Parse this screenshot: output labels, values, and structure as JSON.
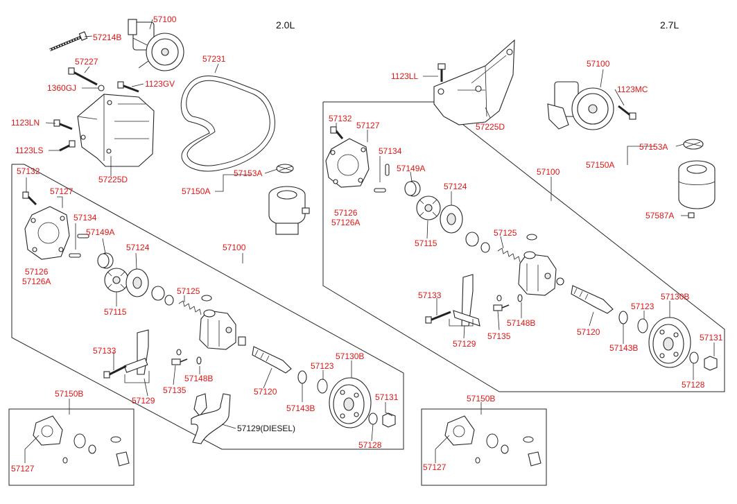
{
  "headers": {
    "left": "2.0L",
    "right": "2.7L"
  },
  "labels": {
    "l_57100_top": "57100",
    "l_57214B": "57214B",
    "l_57227": "57227",
    "l_1360GJ": "1360GJ",
    "l_1123GV": "1123GV",
    "l_1123LN": "1123LN",
    "l_1123LS": "1123LS",
    "l_57225D_left": "57225D",
    "l_57231": "57231",
    "l_57153A_left": "57153A",
    "l_57150A_left": "57150A",
    "l_57132_left": "57132",
    "l_57127_left": "57127",
    "l_57134_left": "57134",
    "l_57149A_left": "57149A",
    "l_57126_left": "57126",
    "l_57126A_left": "57126A",
    "l_57124_left": "57124",
    "l_57100_left": "57100",
    "l_57115_left": "57115",
    "l_57125_left": "57125",
    "l_57133_left": "57133",
    "l_57148B_left": "57148B",
    "l_57129_left": "57129",
    "l_57135_left": "57135",
    "l_57120_left": "57120",
    "l_57123_left": "57123",
    "l_57130B_left": "57130B",
    "l_57143B_left": "57143B",
    "l_57131_left": "57131",
    "l_57128_left": "57128",
    "l_57129diesel": "57129(DIESEL)",
    "l_57150B_left": "57150B",
    "l_57127_kitleft": "57127",
    "l_1123LL": "1123LL",
    "l_57225D_right": "57225D",
    "l_57100_rtop": "57100",
    "l_1123MC": "1123MC",
    "l_57153A_right": "57153A",
    "l_57150A_right": "57150A",
    "l_57587A": "57587A",
    "l_57132_right": "57132",
    "l_57127_right": "57127",
    "l_57134_right": "57134",
    "l_57149A_right": "57149A",
    "l_57126_right": "57126",
    "l_57126A_right": "57126A",
    "l_57124_right": "57124",
    "l_57100_right": "57100",
    "l_57115_right": "57115",
    "l_57125_right": "57125",
    "l_57133_right": "57133",
    "l_57148B_right": "57148B",
    "l_57129_right": "57129",
    "l_57135_right": "57135",
    "l_57120_right": "57120",
    "l_57123_right": "57123",
    "l_57130B_right": "57130B",
    "l_57143B_right": "57143B",
    "l_57131_right": "57131",
    "l_57128_right": "57128",
    "l_57150B_right": "57150B",
    "l_57127_kitright": "57127"
  },
  "colors": {
    "label": "#e01414",
    "line": "#222222"
  }
}
